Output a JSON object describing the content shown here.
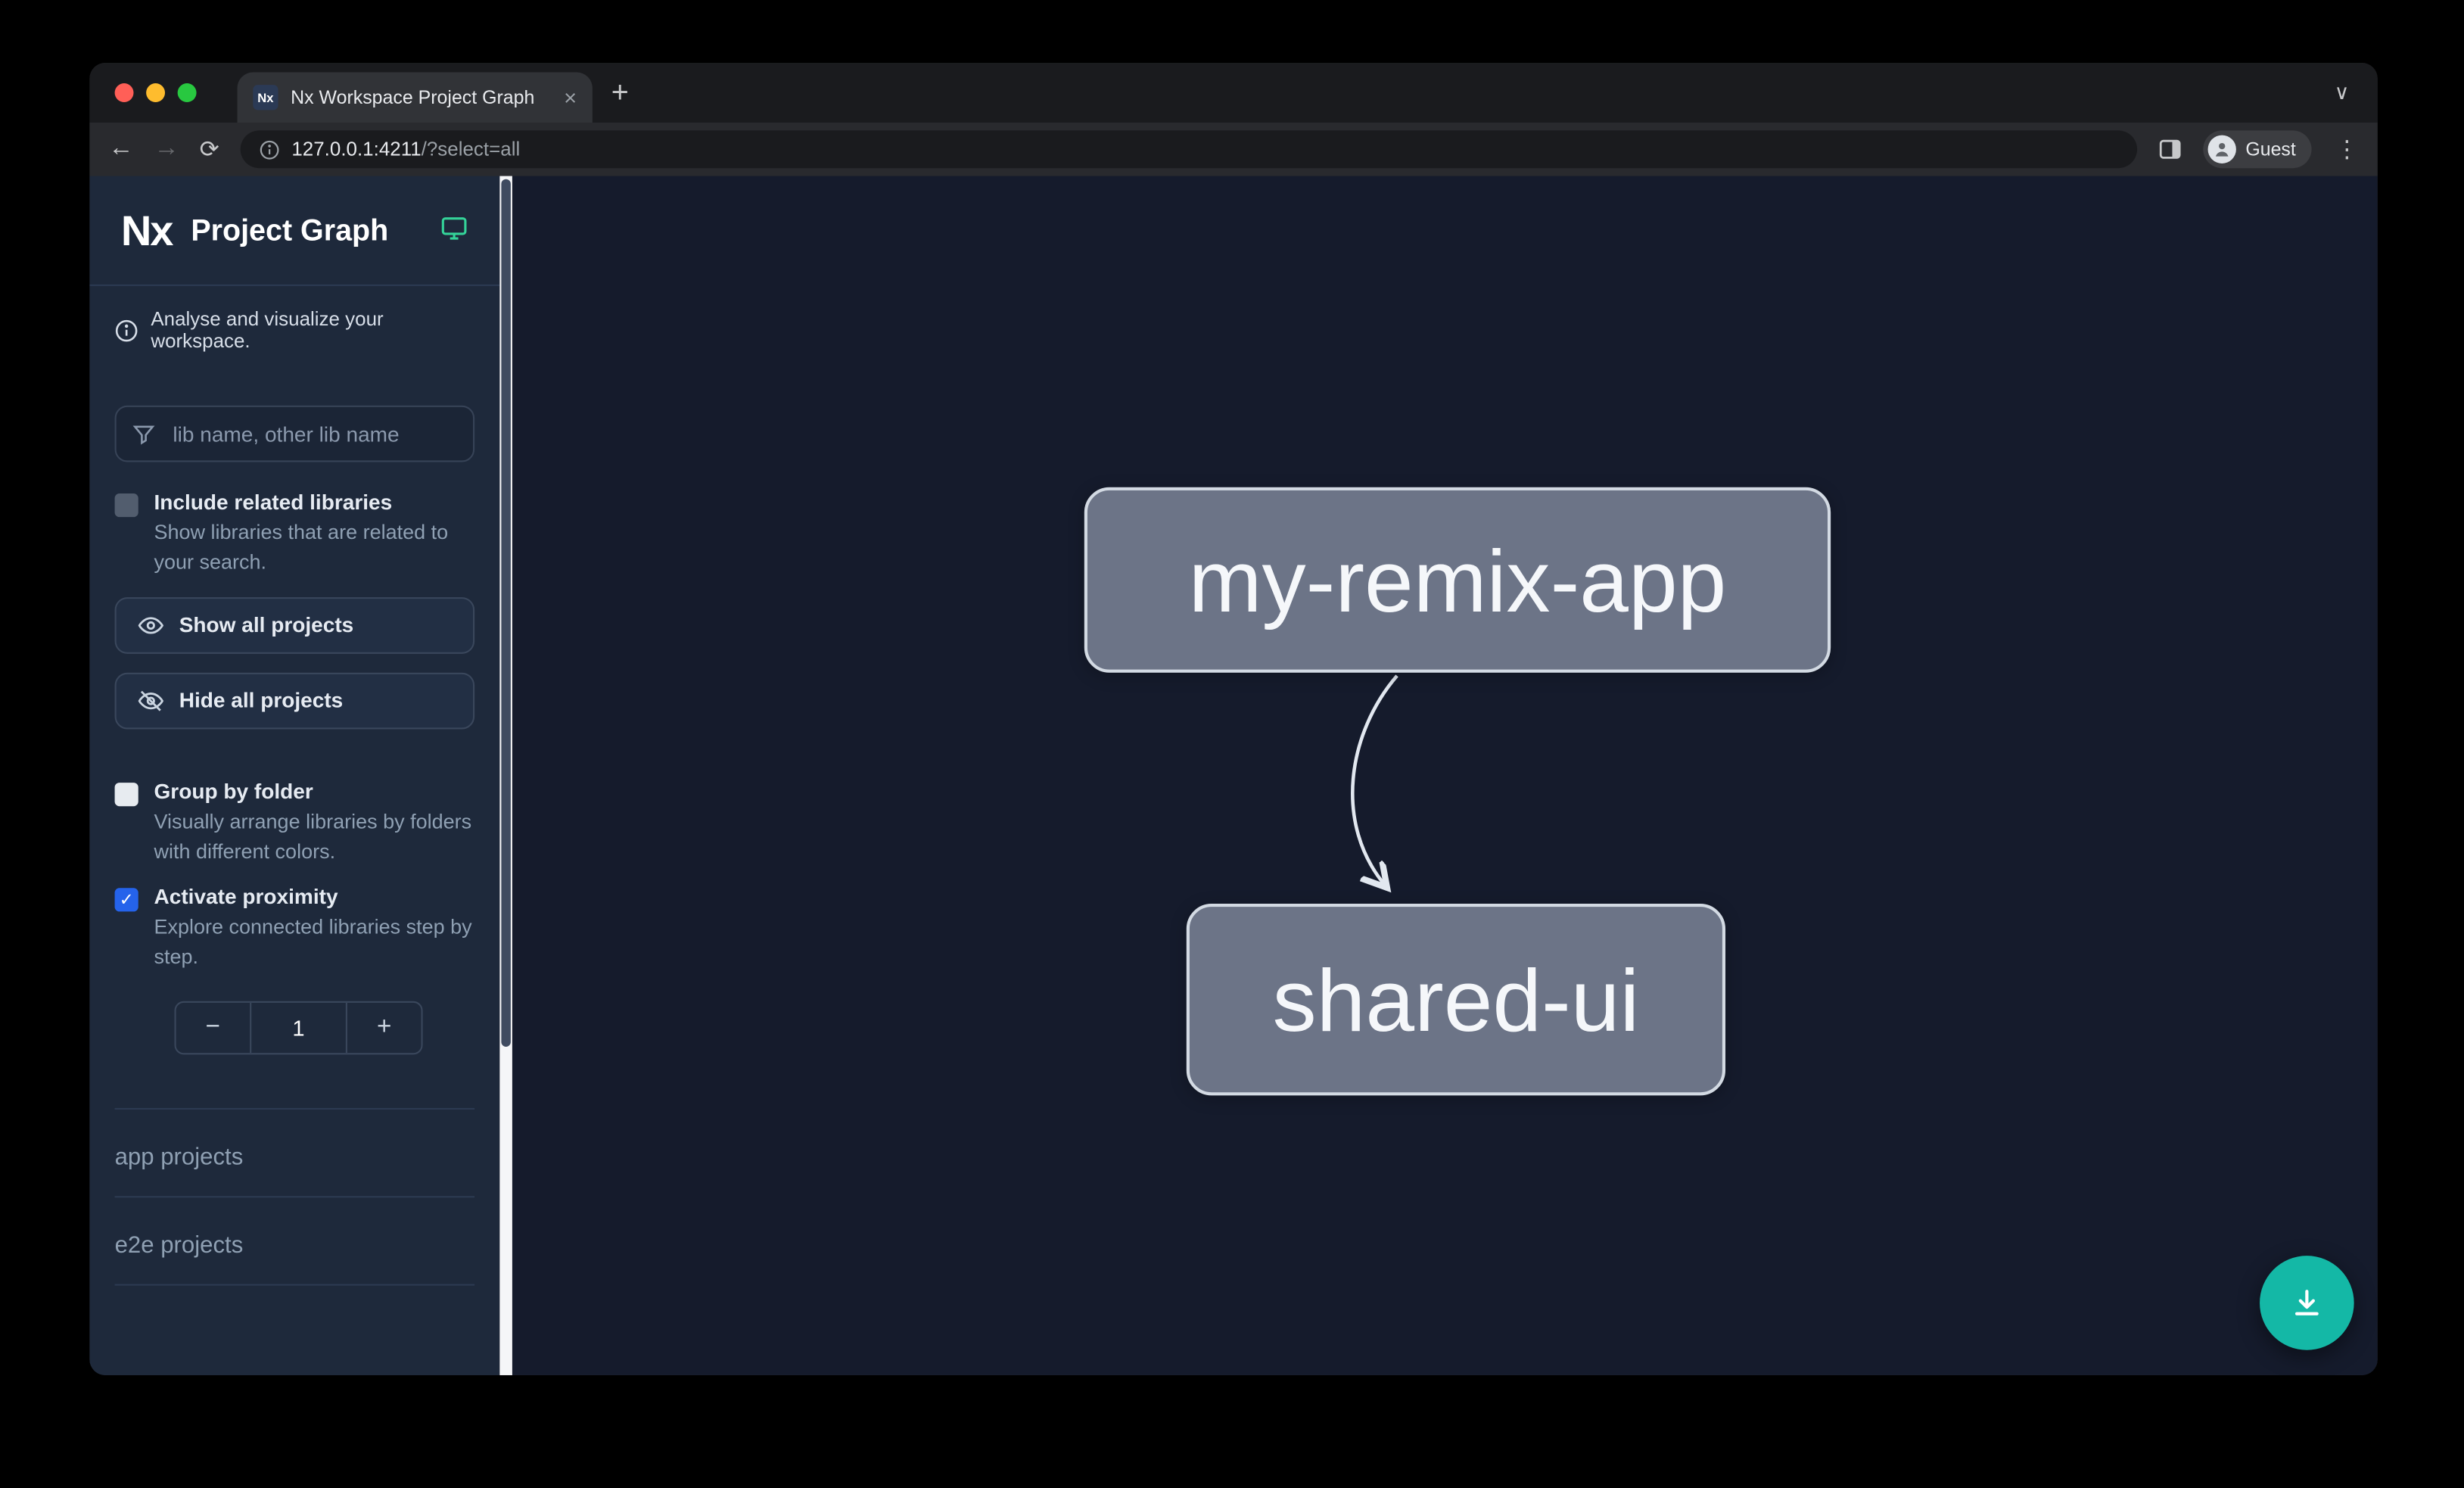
{
  "browser": {
    "tab_title": "Nx Workspace Project Graph",
    "tab_close": "×",
    "new_tab": "+",
    "favicon_text": "Nx",
    "url_host": "127.0.0.1:4211",
    "url_path": "/?select=all",
    "guest_label": "Guest"
  },
  "icons": {
    "back": "←",
    "forward": "→",
    "reload": "⟳",
    "menu": "⋮",
    "chevron_down": "∨"
  },
  "sidebar": {
    "logo_text": "Nx",
    "title": "Project Graph",
    "tagline": "Analyse and visualize your workspace.",
    "search_placeholder": "lib name, other lib name",
    "include_related": {
      "label": "Include related libraries",
      "description": "Show libraries that are related to your search.",
      "checked": false
    },
    "show_all_label": "Show all projects",
    "hide_all_label": "Hide all projects",
    "group_by_folder": {
      "label": "Group by folder",
      "description": "Visually arrange libraries by folders with different colors.",
      "checked": false
    },
    "activate_proximity": {
      "label": "Activate proximity",
      "description": "Explore connected libraries step by step.",
      "checked": true
    },
    "stepper": {
      "decrement": "−",
      "value": "1",
      "increment": "+"
    },
    "sections": [
      {
        "label": "app projects"
      },
      {
        "label": "e2e projects"
      }
    ]
  },
  "graph": {
    "nodes": [
      {
        "label": "my-remix-app"
      },
      {
        "label": "shared-ui"
      }
    ],
    "edges": [
      {
        "from": "my-remix-app",
        "to": "shared-ui"
      }
    ]
  },
  "colors": {
    "traffic_red": "#ff5f57",
    "traffic_yellow": "#febc2e",
    "traffic_green": "#28c840",
    "accent_teal": "#14b8a6",
    "checkbox_checked": "#2563eb",
    "node_fill": "#6c7487",
    "node_border": "#d3dae3",
    "sidebar_bg": "#1e293b",
    "canvas_bg": "#151b2c"
  }
}
